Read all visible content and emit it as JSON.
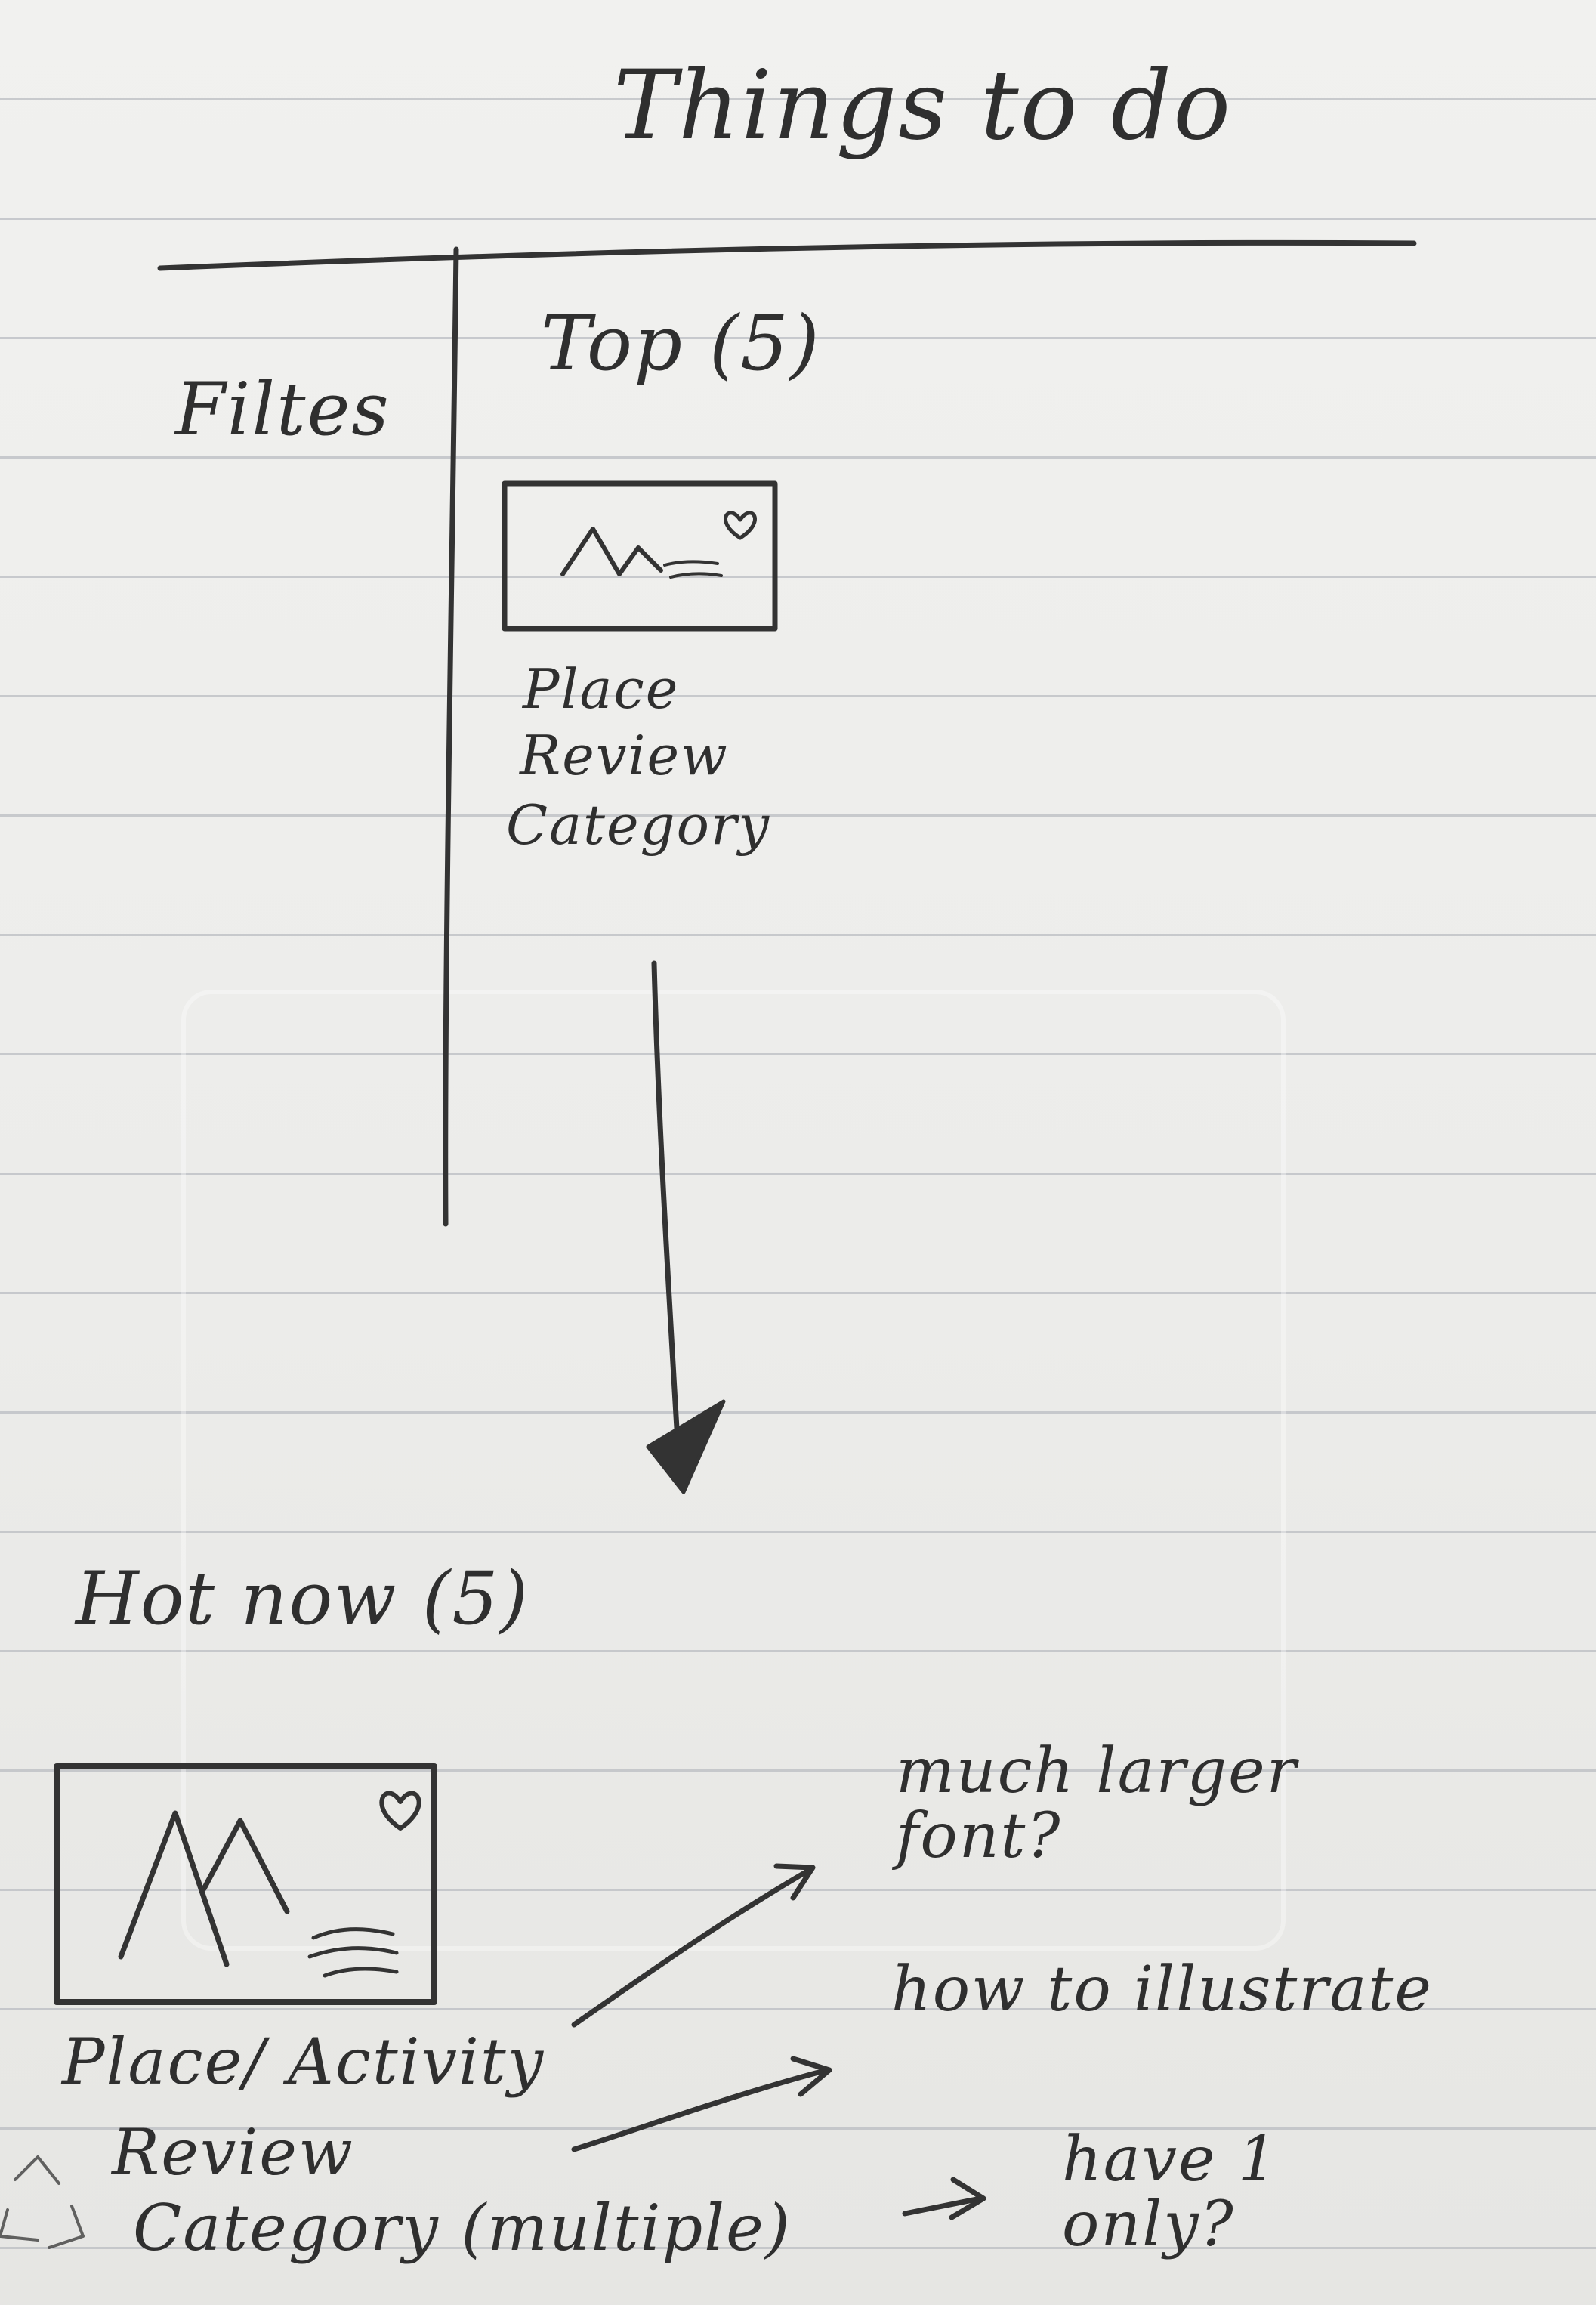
{
  "sketch": {
    "title": "Things to do",
    "sidebar": {
      "label": "Filtes"
    },
    "top_section": {
      "heading": "Top (5)",
      "card_lines": [
        "Place",
        "Review",
        "Category"
      ]
    },
    "hot_section": {
      "heading": "Hot now (5)",
      "card_lines": [
        "Place/ Activity",
        "Review",
        "Category (multiple)"
      ]
    },
    "notes": {
      "note1": "much larger font?",
      "note2": "how to illustrate",
      "note3": "have 1 only?"
    }
  },
  "colors": {
    "ink": "#333333",
    "paper": "#efefed",
    "rule": "#b9bcc2"
  }
}
